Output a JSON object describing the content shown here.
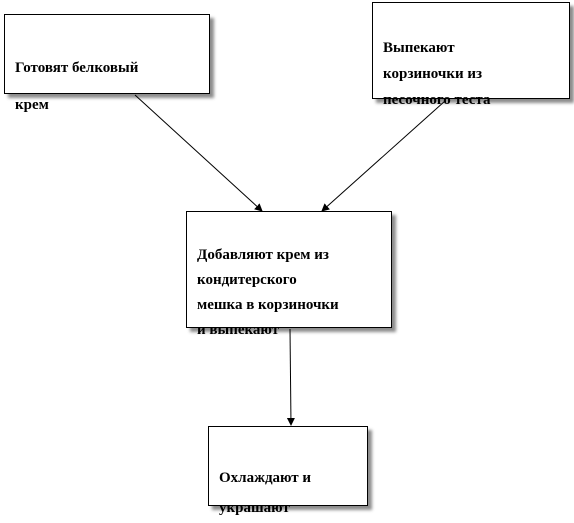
{
  "steps": {
    "prepare_cream": "Готовят белковый\nкрем",
    "bake_baskets": "Выпекают\nкорзиночки из\nпесочного теста",
    "add_cream_bake": "Добавляют крем из\nкондитерского\nмешка в корзиночки\nи выпекают",
    "cool_decorate": "Охлаждают и\nукрашают"
  }
}
